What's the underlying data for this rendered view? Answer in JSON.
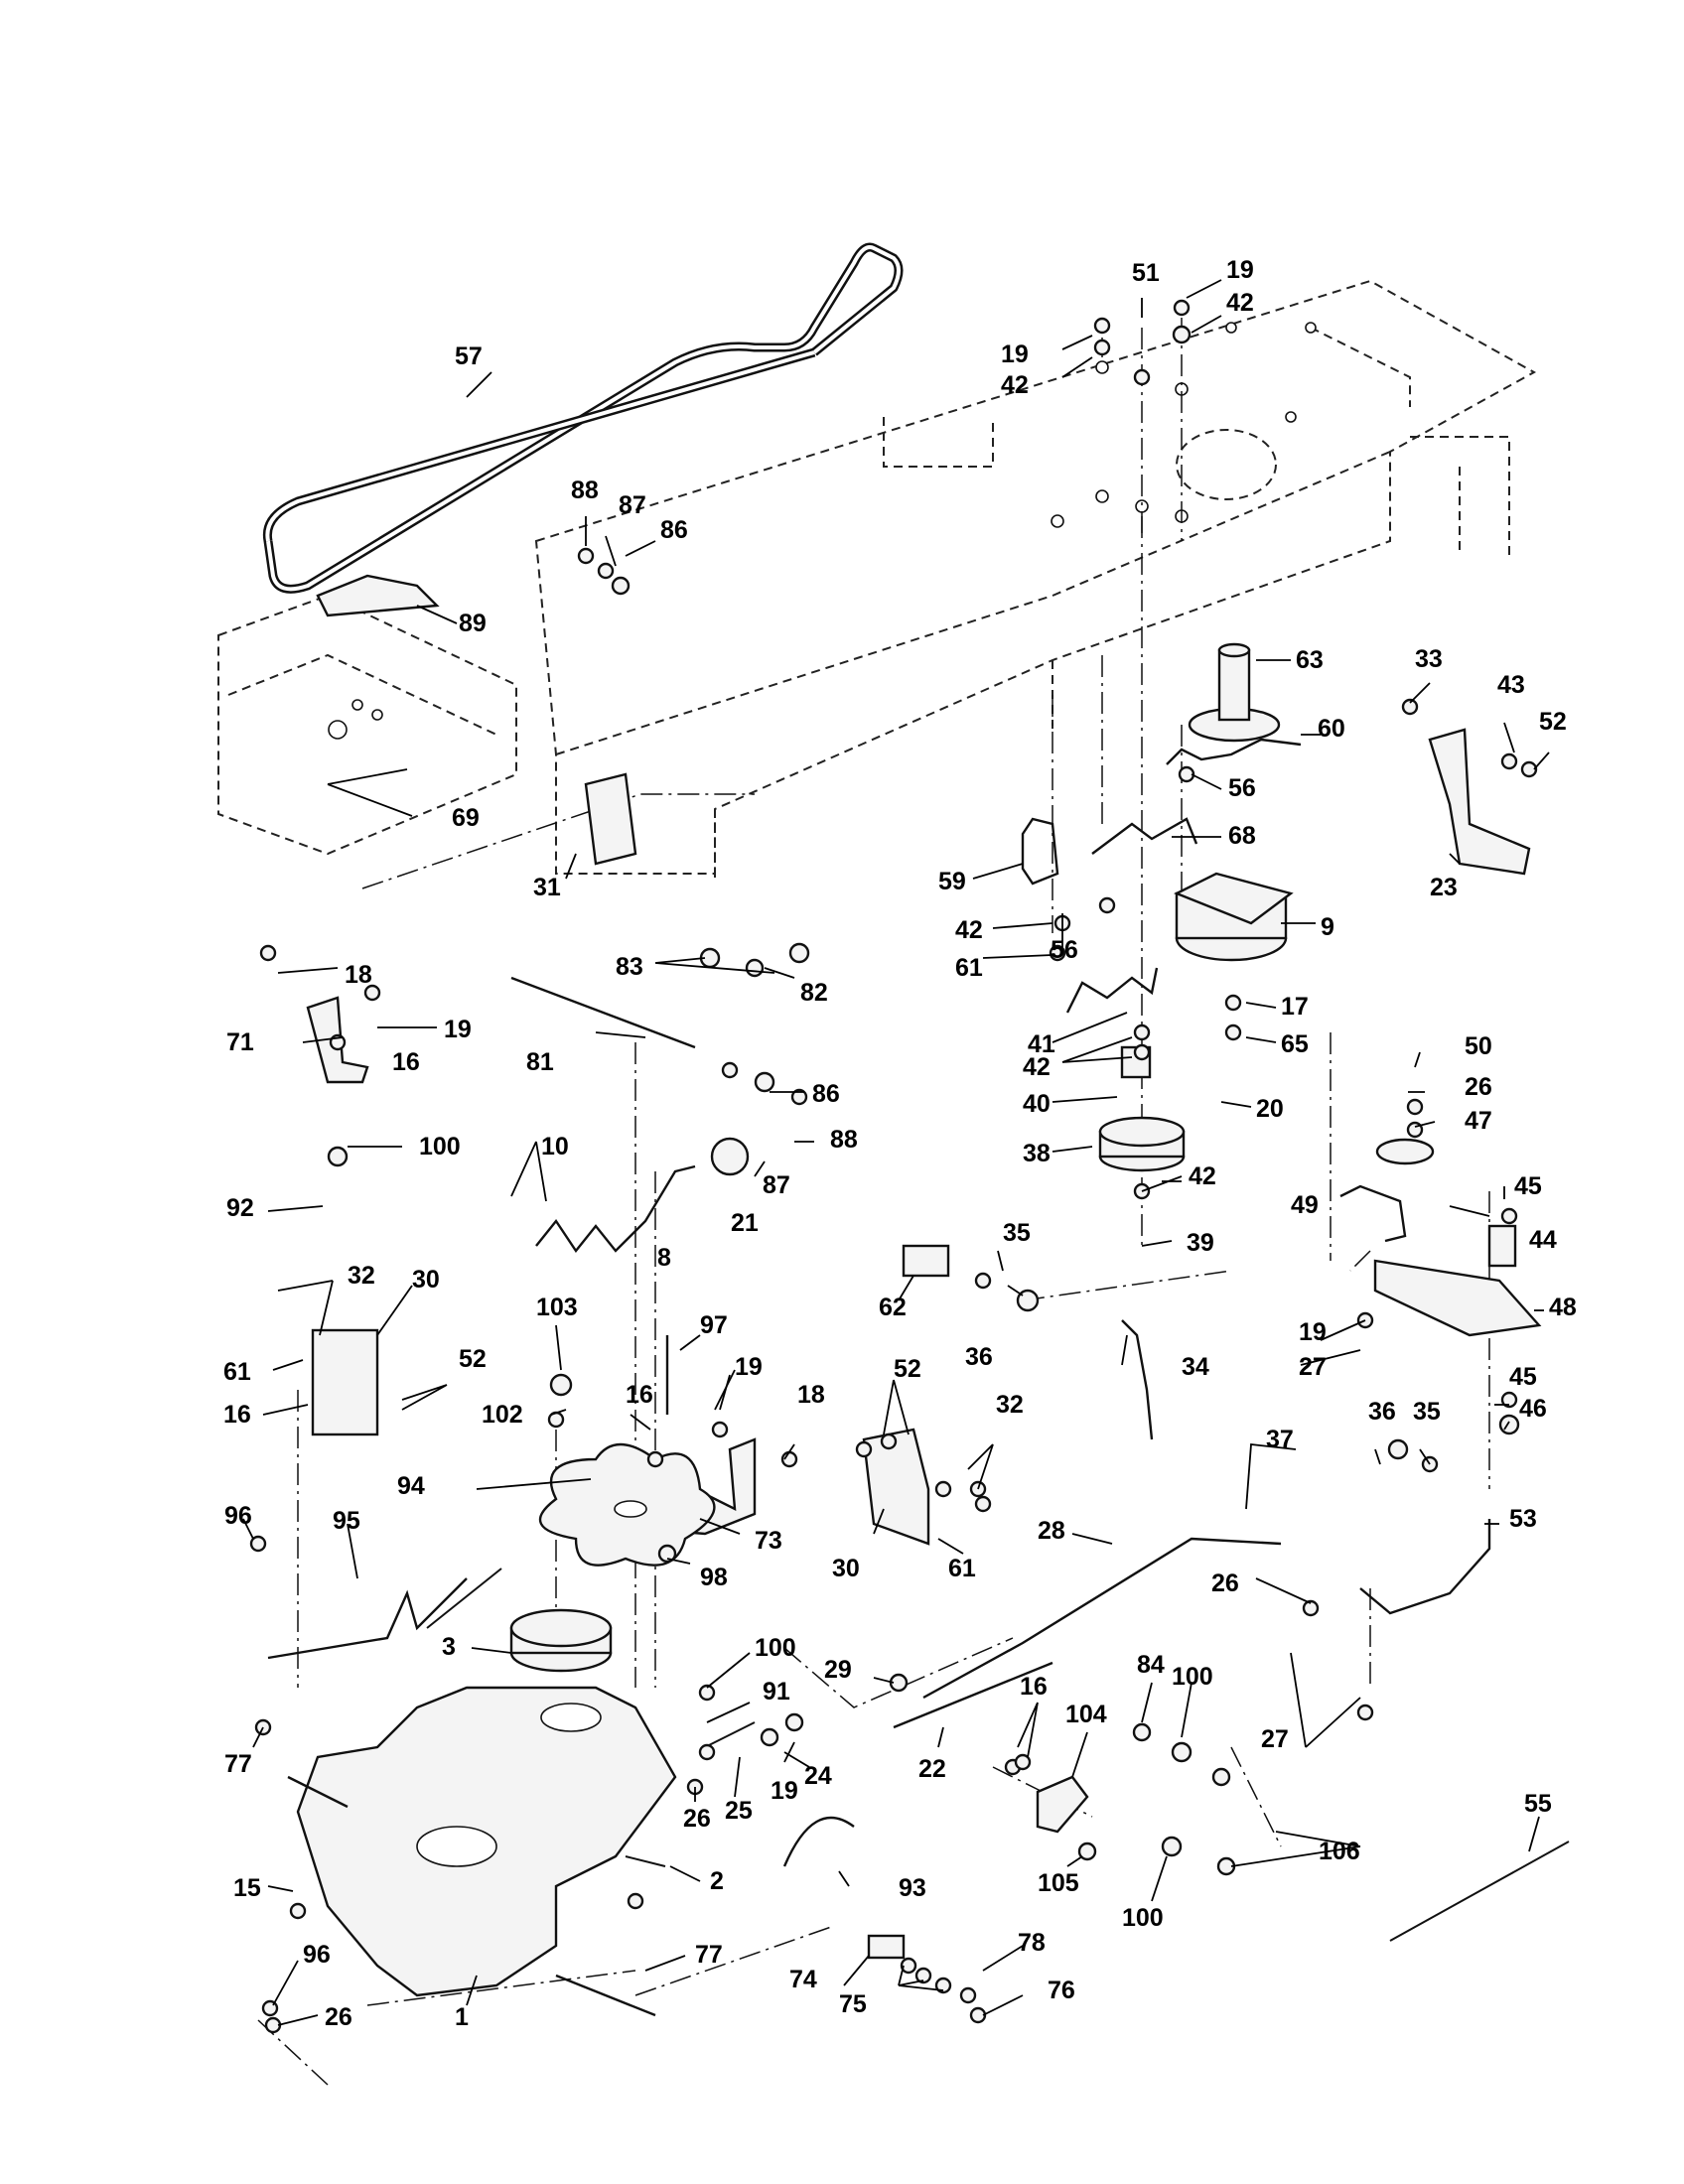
{
  "labels": [
    {
      "id": "57",
      "text": "57"
    },
    {
      "id": "51",
      "text": "51"
    },
    {
      "id": "19a",
      "text": "19"
    },
    {
      "id": "42a",
      "text": "42"
    },
    {
      "id": "19b",
      "text": "19"
    },
    {
      "id": "42b",
      "text": "42"
    },
    {
      "id": "88a",
      "text": "88"
    },
    {
      "id": "87a",
      "text": "87"
    },
    {
      "id": "86a",
      "text": "86"
    },
    {
      "id": "89",
      "text": "89"
    },
    {
      "id": "63",
      "text": "63"
    },
    {
      "id": "33",
      "text": "33"
    },
    {
      "id": "43",
      "text": "43"
    },
    {
      "id": "52a",
      "text": "52"
    },
    {
      "id": "60",
      "text": "60"
    },
    {
      "id": "56a",
      "text": "56"
    },
    {
      "id": "68",
      "text": "68"
    },
    {
      "id": "69",
      "text": "69"
    },
    {
      "id": "31",
      "text": "31"
    },
    {
      "id": "59",
      "text": "59"
    },
    {
      "id": "23",
      "text": "23"
    },
    {
      "id": "9",
      "text": "9"
    },
    {
      "id": "42c",
      "text": "42"
    },
    {
      "id": "56b",
      "text": "56"
    },
    {
      "id": "61a",
      "text": "61"
    },
    {
      "id": "18a",
      "text": "18"
    },
    {
      "id": "83",
      "text": "83"
    },
    {
      "id": "82",
      "text": "82"
    },
    {
      "id": "19c",
      "text": "19"
    },
    {
      "id": "71",
      "text": "71"
    },
    {
      "id": "16a",
      "text": "16"
    },
    {
      "id": "81",
      "text": "81"
    },
    {
      "id": "41",
      "text": "41"
    },
    {
      "id": "17",
      "text": "17"
    },
    {
      "id": "42d",
      "text": "42"
    },
    {
      "id": "65",
      "text": "65"
    },
    {
      "id": "86b",
      "text": "86"
    },
    {
      "id": "40",
      "text": "40"
    },
    {
      "id": "20",
      "text": "20"
    },
    {
      "id": "50",
      "text": "50"
    },
    {
      "id": "26a",
      "text": "26"
    },
    {
      "id": "47",
      "text": "47"
    },
    {
      "id": "100a",
      "text": "100"
    },
    {
      "id": "10",
      "text": "10"
    },
    {
      "id": "88b",
      "text": "88"
    },
    {
      "id": "38",
      "text": "38"
    },
    {
      "id": "87b",
      "text": "87"
    },
    {
      "id": "42e",
      "text": "42"
    },
    {
      "id": "21",
      "text": "21"
    },
    {
      "id": "92",
      "text": "92"
    },
    {
      "id": "49",
      "text": "49"
    },
    {
      "id": "45a",
      "text": "45"
    },
    {
      "id": "35a",
      "text": "35"
    },
    {
      "id": "44",
      "text": "44"
    },
    {
      "id": "39",
      "text": "39"
    },
    {
      "id": "8",
      "text": "8"
    },
    {
      "id": "32a",
      "text": "32"
    },
    {
      "id": "30a",
      "text": "30"
    },
    {
      "id": "62",
      "text": "62"
    },
    {
      "id": "48",
      "text": "48"
    },
    {
      "id": "103",
      "text": "103"
    },
    {
      "id": "97",
      "text": "97"
    },
    {
      "id": "36a",
      "text": "36"
    },
    {
      "id": "19d",
      "text": "19"
    },
    {
      "id": "52b",
      "text": "52"
    },
    {
      "id": "61b",
      "text": "61"
    },
    {
      "id": "19e",
      "text": "19"
    },
    {
      "id": "34",
      "text": "34"
    },
    {
      "id": "27a",
      "text": "27"
    },
    {
      "id": "52c",
      "text": "52"
    },
    {
      "id": "45b",
      "text": "45"
    },
    {
      "id": "16b",
      "text": "16"
    },
    {
      "id": "102",
      "text": "102"
    },
    {
      "id": "16c",
      "text": "16"
    },
    {
      "id": "18b",
      "text": "18"
    },
    {
      "id": "32b",
      "text": "32"
    },
    {
      "id": "46",
      "text": "46"
    },
    {
      "id": "36b",
      "text": "36"
    },
    {
      "id": "35b",
      "text": "35"
    },
    {
      "id": "37",
      "text": "37"
    },
    {
      "id": "94",
      "text": "94"
    },
    {
      "id": "96a",
      "text": "96"
    },
    {
      "id": "95",
      "text": "95"
    },
    {
      "id": "73",
      "text": "73"
    },
    {
      "id": "53",
      "text": "53"
    },
    {
      "id": "30b",
      "text": "30"
    },
    {
      "id": "61c",
      "text": "61"
    },
    {
      "id": "28",
      "text": "28"
    },
    {
      "id": "98",
      "text": "98"
    },
    {
      "id": "26b",
      "text": "26"
    },
    {
      "id": "3",
      "text": "3"
    },
    {
      "id": "100b",
      "text": "100"
    },
    {
      "id": "29",
      "text": "29"
    },
    {
      "id": "84",
      "text": "84"
    },
    {
      "id": "100c",
      "text": "100"
    },
    {
      "id": "91",
      "text": "91"
    },
    {
      "id": "16d",
      "text": "16"
    },
    {
      "id": "27b",
      "text": "27"
    },
    {
      "id": "104",
      "text": "104"
    },
    {
      "id": "77a",
      "text": "77"
    },
    {
      "id": "22",
      "text": "22"
    },
    {
      "id": "19f",
      "text": "19"
    },
    {
      "id": "24",
      "text": "24"
    },
    {
      "id": "26c",
      "text": "26"
    },
    {
      "id": "25",
      "text": "25"
    },
    {
      "id": "55",
      "text": "55"
    },
    {
      "id": "106",
      "text": "106"
    },
    {
      "id": "93",
      "text": "93"
    },
    {
      "id": "2",
      "text": "2"
    },
    {
      "id": "15",
      "text": "15"
    },
    {
      "id": "105",
      "text": "105"
    },
    {
      "id": "100d",
      "text": "100"
    },
    {
      "id": "96b",
      "text": "96"
    },
    {
      "id": "77b",
      "text": "77"
    },
    {
      "id": "78",
      "text": "78"
    },
    {
      "id": "74",
      "text": "74"
    },
    {
      "id": "75",
      "text": "75"
    },
    {
      "id": "76",
      "text": "76"
    },
    {
      "id": "26d",
      "text": "26"
    },
    {
      "id": "1",
      "text": "1"
    }
  ]
}
